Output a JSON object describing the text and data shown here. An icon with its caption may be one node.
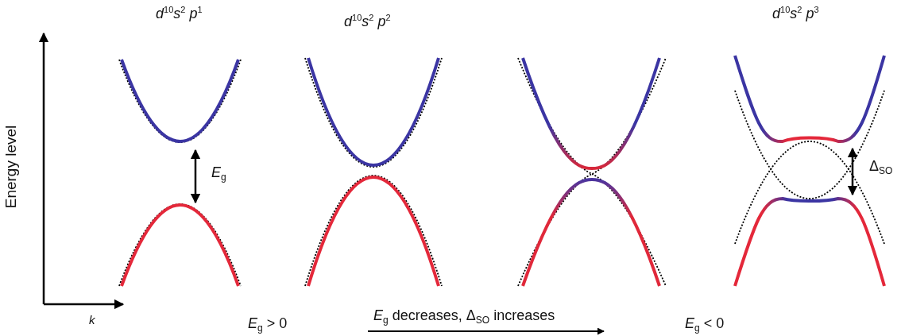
{
  "diagram": {
    "labels": [
      "*d*$^{10}$*s*$^{2}$ *p*$^{1}$",
      "*d*$^{10}$*s*$^{2}$ *p*$^{2}$",
      "*d*$^{10}$*s*$^{2}$ *p*$^{3}$",
      "Energy level",
      "*E*$_{g}$",
      "Δ$_{SO}$",
      "k",
      "*E*$_{g}$ > 0",
      "*E*$_{g}$ decreases, Δ$_{SO}$ increases",
      "*E*$_{g}$ < 0"
    ]
  }
}
